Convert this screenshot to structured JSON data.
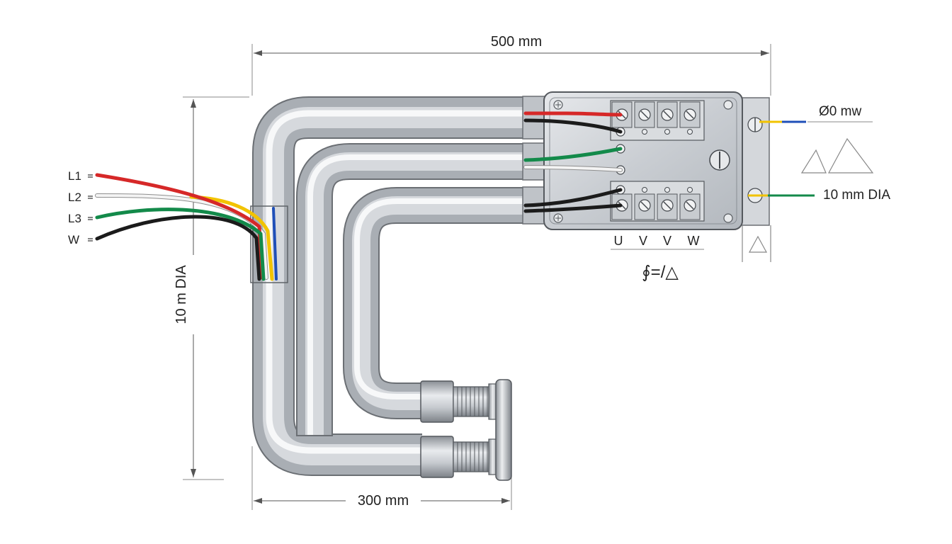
{
  "labels": {
    "top_dimension": "500 mm",
    "bottom_dimension": "300 mm",
    "left_dimension": "10 m DIA",
    "right_label_top": "Ø0 mw",
    "right_label_bottom": "10 mm DIA",
    "terminal_footer": "∮=/△"
  },
  "wire_labels": [
    "L1",
    "L2",
    "L3",
    "W"
  ],
  "terminal_labels": [
    "U",
    "V",
    "V",
    "W"
  ],
  "colors": {
    "wire_red": "#d62828",
    "wire_white": "#f4f4f4",
    "wire_green": "#138a4a",
    "wire_black": "#1b1b1b",
    "wire_yellow": "#f2c300",
    "wire_blue": "#1f4fb8",
    "pipe": "#b9bec4",
    "box": "#cfd3d8"
  },
  "icons": {
    "gland": "threaded-gland-icon",
    "screw": "screw-terminal-icon",
    "ground": "ground-screw-icon"
  }
}
